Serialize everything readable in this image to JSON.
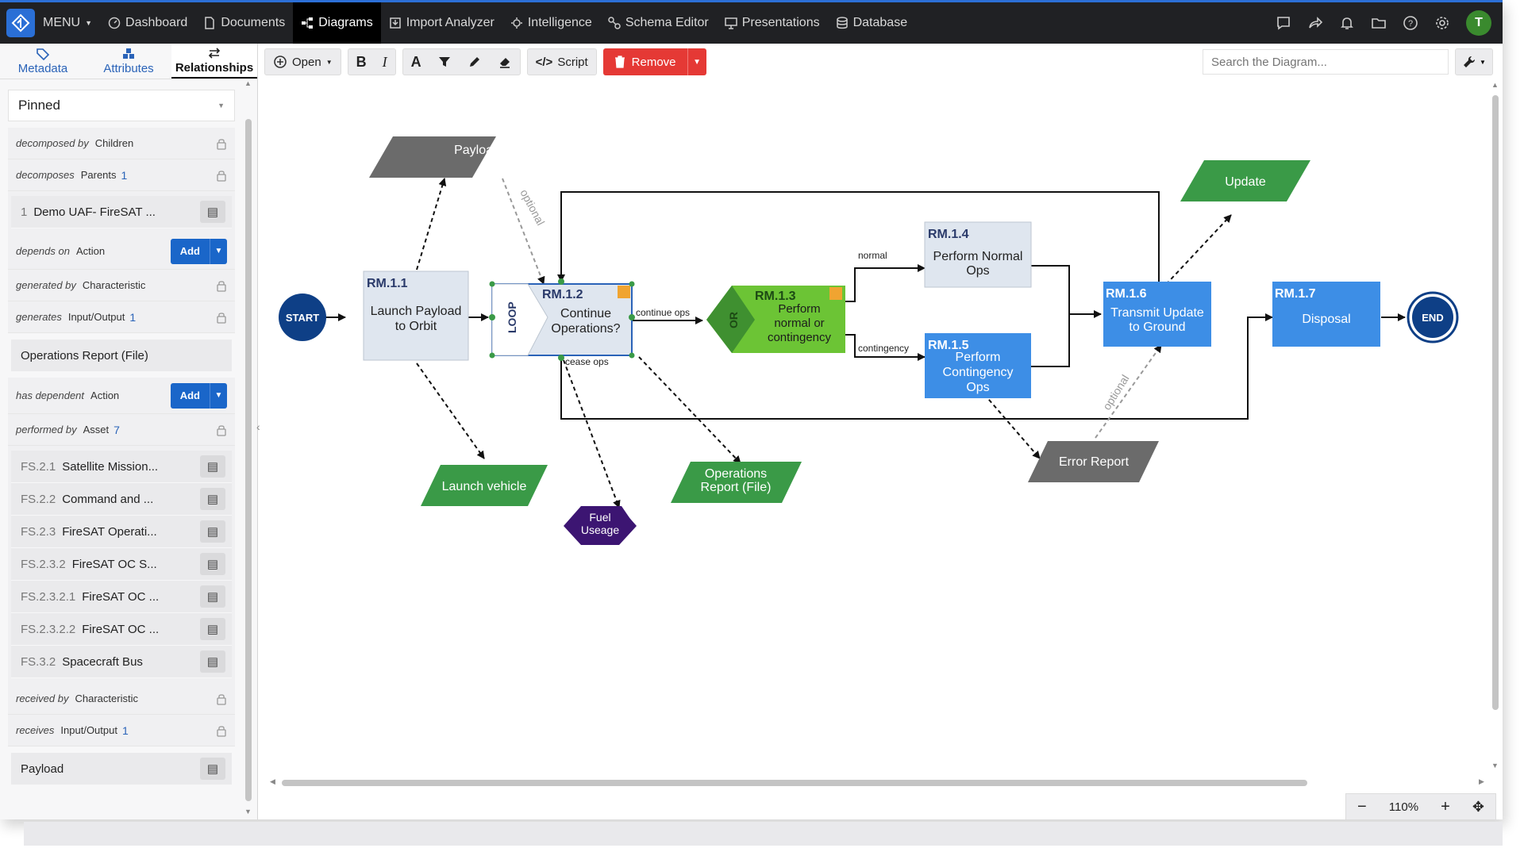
{
  "nav": {
    "menu_label": "MENU",
    "items": [
      {
        "label": "Dashboard",
        "icon": "dashboard-icon"
      },
      {
        "label": "Documents",
        "icon": "document-icon"
      },
      {
        "label": "Diagrams",
        "icon": "diagram-icon",
        "active": true
      },
      {
        "label": "Import Analyzer",
        "icon": "import-icon"
      },
      {
        "label": "Intelligence",
        "icon": "intelligence-icon"
      },
      {
        "label": "Schema Editor",
        "icon": "schema-icon"
      },
      {
        "label": "Presentations",
        "icon": "presentation-icon"
      },
      {
        "label": "Database",
        "icon": "database-icon"
      }
    ],
    "avatar_initial": "T"
  },
  "left_panel": {
    "tabs": [
      "Metadata",
      "Attributes",
      "Relationships"
    ],
    "active_tab": "Relationships",
    "filter_value": "Pinned",
    "relationships": {
      "decomposed_by": {
        "verb": "decomposed by",
        "target": "Children"
      },
      "decomposes": {
        "verb": "decomposes",
        "target": "Parents",
        "count": "1",
        "items": [
          {
            "id": "1",
            "name": "Demo UAF- FireSAT ..."
          }
        ]
      },
      "depends_on": {
        "verb": "depends on",
        "target": "Action",
        "add_label": "Add"
      },
      "generated_by": {
        "verb": "generated by",
        "target": "Characteristic"
      },
      "generates": {
        "verb": "generates",
        "target": "Input/Output",
        "count": "1",
        "items": [
          {
            "name": "Operations Report (File)"
          }
        ]
      },
      "has_dependent": {
        "verb": "has dependent",
        "target": "Action",
        "add_label": "Add"
      },
      "performed_by": {
        "verb": "performed by",
        "target": "Asset",
        "count": "7",
        "items": [
          {
            "id": "FS.2.1",
            "name": "Satellite Mission..."
          },
          {
            "id": "FS.2.2",
            "name": "Command and ..."
          },
          {
            "id": "FS.2.3",
            "name": "FireSAT Operati..."
          },
          {
            "id": "FS.2.3.2",
            "name": "FireSAT OC S..."
          },
          {
            "id": "FS.2.3.2.1",
            "name": "FireSAT OC ..."
          },
          {
            "id": "FS.2.3.2.2",
            "name": "FireSAT OC ..."
          },
          {
            "id": "FS.3.2",
            "name": "Spacecraft Bus"
          }
        ]
      },
      "received_by": {
        "verb": "received by",
        "target": "Characteristic"
      },
      "receives": {
        "verb": "receives",
        "target": "Input/Output",
        "count": "1",
        "items": [
          {
            "name": "Payload"
          }
        ]
      }
    }
  },
  "toolbar": {
    "open_label": "Open",
    "script_label": "Script",
    "remove_label": "Remove",
    "search_placeholder": "Search the Diagram..."
  },
  "diagram": {
    "start_label": "START",
    "end_label": "END",
    "actions": [
      {
        "id": "RM.1.1",
        "name": [
          "Launch Payload",
          "to Orbit"
        ]
      },
      {
        "id": "RM.1.2",
        "name": [
          "Continue",
          "Operations?"
        ],
        "loop_label": "LOOP"
      },
      {
        "id": "RM.1.3",
        "name": [
          "Perform",
          "normal or",
          "contingency"
        ],
        "or_label": "OR"
      },
      {
        "id": "RM.1.4",
        "name": [
          "Perform Normal",
          "Ops"
        ]
      },
      {
        "id": "RM.1.5",
        "name": [
          "Perform",
          "Contingency",
          "Ops"
        ]
      },
      {
        "id": "RM.1.6",
        "name": [
          "Transmit Update",
          "to Ground"
        ]
      },
      {
        "id": "RM.1.7",
        "name": [
          "Disposal"
        ]
      }
    ],
    "io_items": {
      "payload": "Payload",
      "update": "Update",
      "launch_vehicle": "Launch vehicle",
      "operations_report": [
        "Operations",
        "Report (File)"
      ],
      "error_report": "Error Report",
      "fuel_usage": [
        "Fuel",
        "Useage"
      ]
    },
    "edge_labels": {
      "optional_1": "optional",
      "optional_2": "optional",
      "continue_ops": "continue ops",
      "cease_ops": "cease ops",
      "normal": "normal",
      "contingency": "contingency"
    },
    "colors": {
      "gray_action": "#dfe6ef",
      "blue_action": "#3d8ee6",
      "green_io": "#3a9a47",
      "gray_io": "#6b6b6b",
      "or_green": "#6cc435",
      "fuel_purple": "#3c1572",
      "start_end": "#0e3f86"
    }
  },
  "zoom": {
    "level": "110%"
  }
}
